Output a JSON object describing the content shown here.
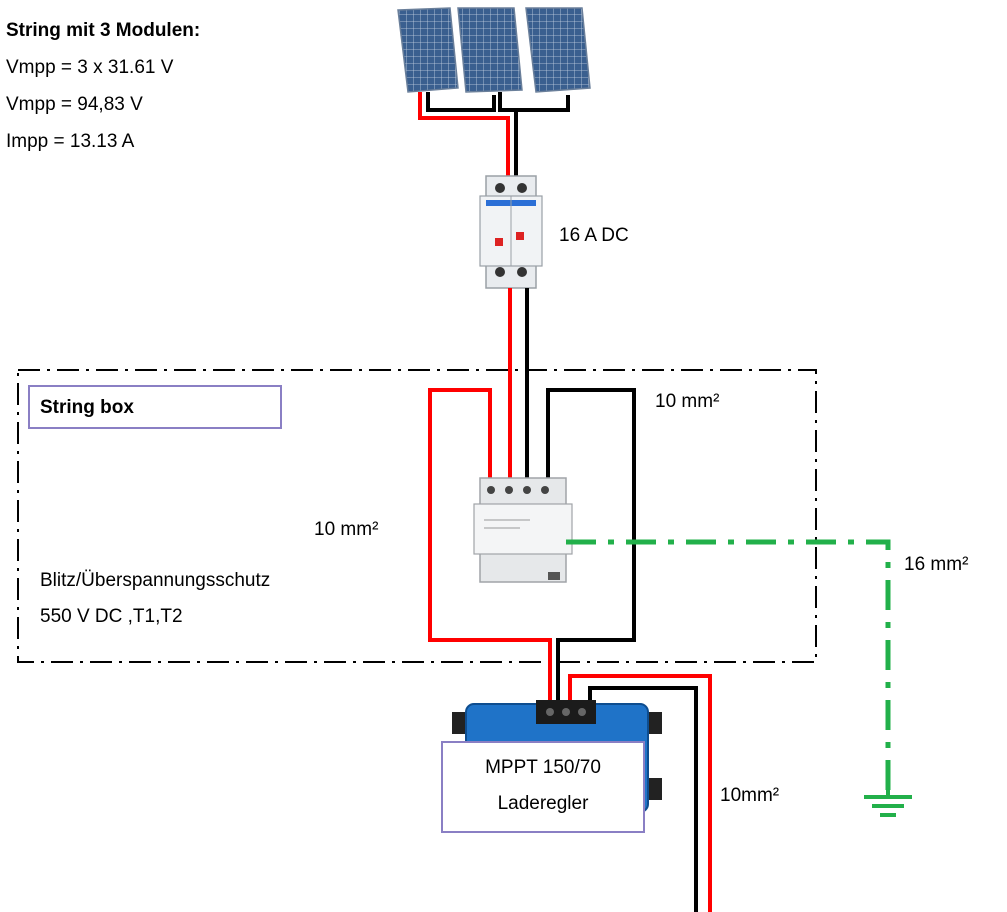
{
  "string_info": {
    "title": "String mit 3 Modulen:",
    "line1": "Vmpp = 3 x 31.61 V",
    "line2": "Vmpp = 94,83 V",
    "line3": "Impp = 13.13 A"
  },
  "breaker": {
    "label": "16 A DC"
  },
  "string_box": {
    "label": "String box"
  },
  "surge_protection": {
    "line1": "Blitz/Überspannungsschutz",
    "line2": "550 V DC ,T1,T2"
  },
  "cables": {
    "top_right": "10 mm²",
    "left": "10 mm²",
    "ground": "16 mm²",
    "battery": "10mm²"
  },
  "controller": {
    "line1": "MPPT 150/70",
    "line2": "Laderegler"
  },
  "colors": {
    "positive": "#ff0000",
    "negative": "#000000",
    "ground": "#22b04a",
    "label_border": "#8a7fc4",
    "panel_blue": "#2f5fa8",
    "controller_blue": "#1f73c8"
  }
}
